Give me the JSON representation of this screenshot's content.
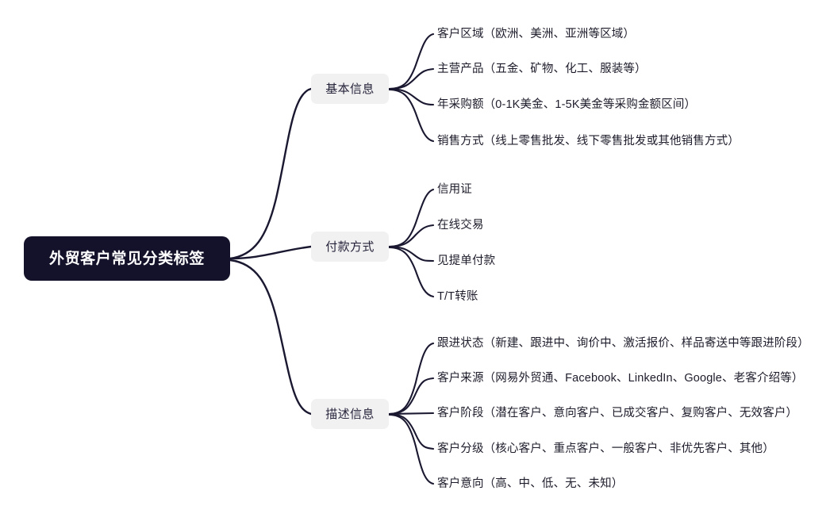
{
  "diagram": {
    "type": "mind-map",
    "orientation": "left-to-right",
    "background_color": "#ffffff",
    "root": {
      "label": "外贸客户常见分类标签",
      "fill_color": "#14122a",
      "text_color": "#ffffff"
    },
    "branch_style": {
      "fill_color": "#f1f1f2",
      "text_color": "#26243a"
    },
    "edge_color": "#1a1830",
    "branches": [
      {
        "label": "基本信息",
        "leaves": [
          "客户区域（欧洲、美洲、亚洲等区域）",
          "主营产品（五金、矿物、化工、服装等）",
          "年采购额（0-1K美金、1-5K美金等采购金额区间）",
          "销售方式（线上零售批发、线下零售批发或其他销售方式）"
        ]
      },
      {
        "label": "付款方式",
        "leaves": [
          "信用证",
          "在线交易",
          "见提单付款",
          "T/T转账"
        ]
      },
      {
        "label": "描述信息",
        "leaves": [
          "跟进状态（新建、跟进中、询价中、激活报价、样品寄送中等跟进阶段）",
          "客户来源（网易外贸通、Facebook、LinkedIn、Google、老客介绍等）",
          "客户阶段（潜在客户、意向客户、已成交客户、复购客户、无效客户）",
          "客户分级（核心客户、重点客户、一般客户、非优先客户、其他）",
          "客户意向（高、中、低、无、未知）"
        ]
      }
    ]
  }
}
